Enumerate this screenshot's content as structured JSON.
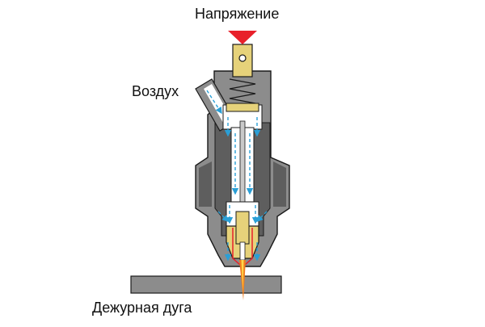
{
  "labels": {
    "voltage": "Напряжение",
    "air": "Воздух",
    "pilot_arc": "Дежурная дуга"
  },
  "colors": {
    "body_outer": "#8c8c8c",
    "body_inner": "#5e5e5e",
    "channel": "#ffffff",
    "brass": "#e6d27a",
    "brass_dark": "#b8a24a",
    "air_flow": "#2a9fd6",
    "voltage_marker": "#e8202a",
    "arc": "#f07d1e",
    "arc_core": "#ffd84a",
    "workpiece": "#8c8c8c",
    "outline": "#1a1a1a"
  },
  "icons": {
    "voltage_marker": "red-down-triangle",
    "air_flow": "blue-arrow-lines"
  }
}
